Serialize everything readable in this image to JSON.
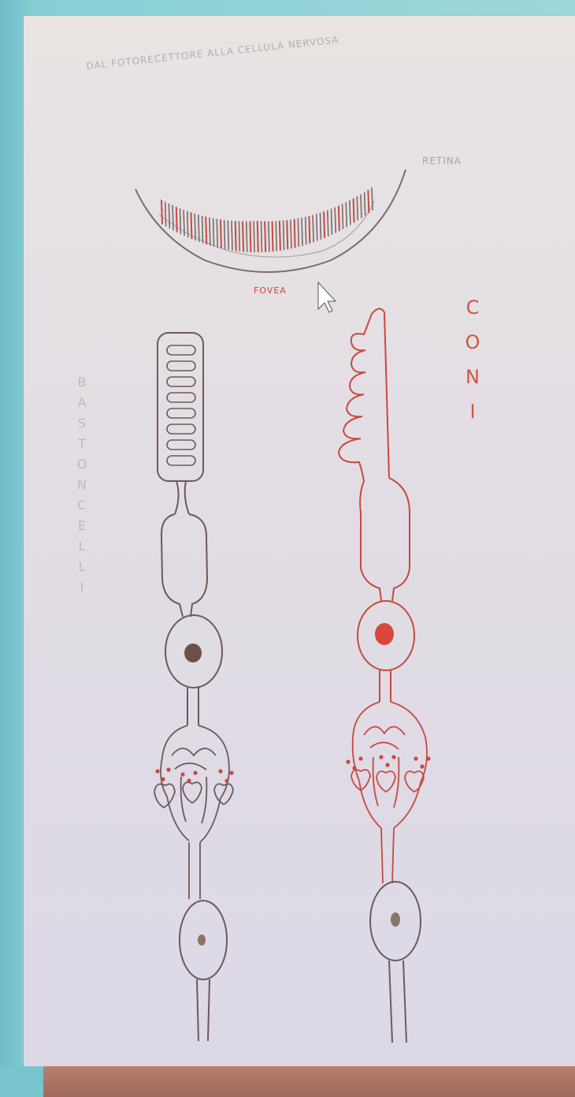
{
  "diagram": {
    "title": "DAL FOTORECETTORE ALLA CELLULA NERVOSA",
    "retina_label": "RETINA",
    "fovea_label": "FOVEA",
    "rods_label_letters": [
      "B",
      "A",
      "S",
      "T",
      "O",
      "N",
      "C",
      "E",
      "L",
      "L",
      "I"
    ],
    "cones_label_letters": [
      "C",
      "O",
      "N",
      "I"
    ]
  },
  "colors": {
    "ink": "#6b5a5c",
    "red": "#c8493e",
    "slide_bg": "#e4dfe4",
    "screen_bg": "#86cfd5",
    "bottom_bar": "#a66f61"
  },
  "icons": {
    "cursor": "mouse-pointer-icon"
  }
}
